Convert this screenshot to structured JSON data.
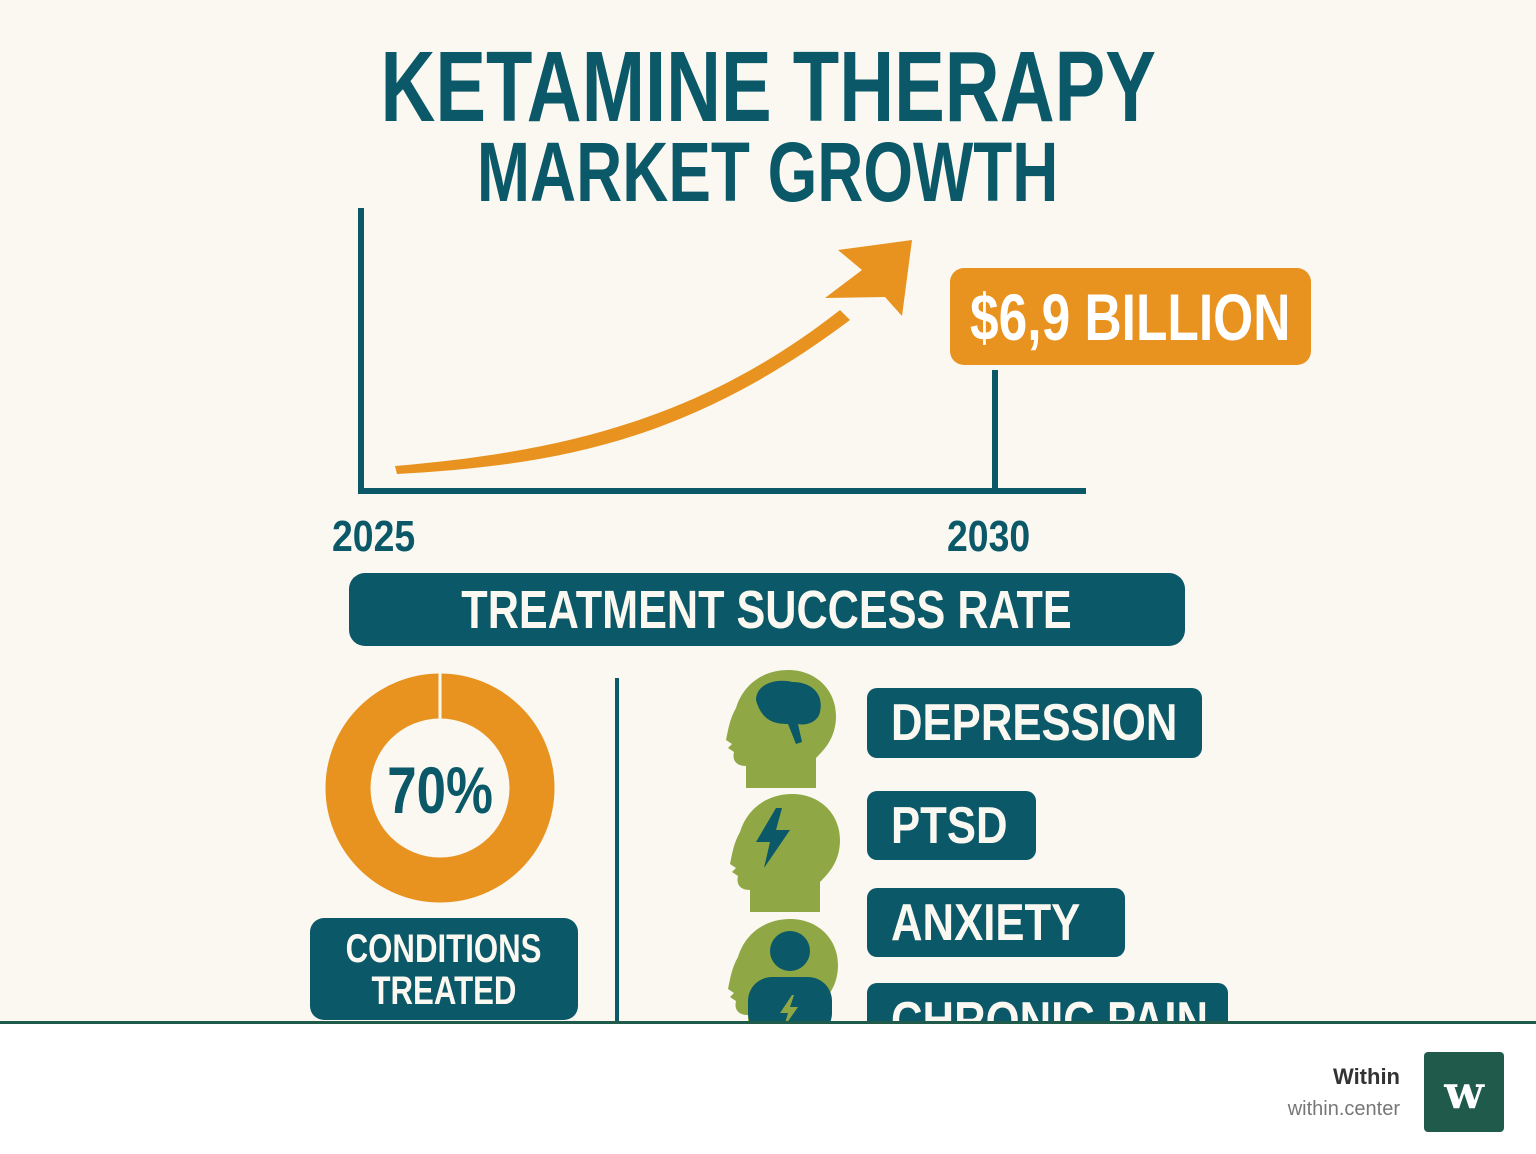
{
  "title": {
    "line1": "KETAMINE THERAPY",
    "line2": "MARKET GROWTH"
  },
  "growth": {
    "value_label": "$6,9 BILLION",
    "start_year": "2025",
    "end_year": "2030"
  },
  "banner": "TREATMENT SUCCESS RATE",
  "success": {
    "percent_label": "70%",
    "percent": 70
  },
  "conditions": {
    "label_line1": "CONDITIONS",
    "label_line2": "TREATED",
    "items": [
      {
        "label": "DEPRESSION",
        "icon": "brain-head-icon"
      },
      {
        "label": "PTSD",
        "icon": "lightning-head-icon"
      },
      {
        "label": "ANXIETY",
        "icon": "person-head-icon"
      },
      {
        "label": "CHRONIC PAIN",
        "icon": "pain-head-icon"
      }
    ]
  },
  "footer": {
    "brand": "Within",
    "url": "within.center",
    "logo_letter": "w"
  },
  "colors": {
    "teal": "#0b5868",
    "orange": "#e8921f",
    "green": "#8fa845",
    "background": "#fbf8f1",
    "brand": "#1f5a4a"
  }
}
